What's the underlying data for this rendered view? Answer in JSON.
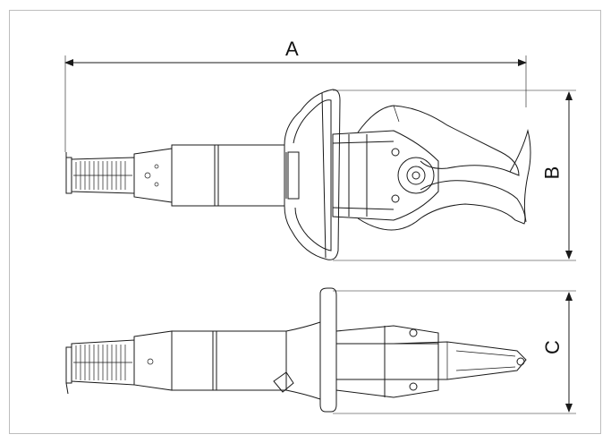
{
  "dimensions": {
    "a_label": "A",
    "b_label": "B",
    "c_label": "C"
  },
  "colors": {
    "line": "#1a1a1a",
    "frame": "#bdbdbd",
    "background": "#ffffff"
  },
  "icons": {
    "tool_top": "rescue-cutter-side-view",
    "tool_bottom": "rescue-cutter-top-view"
  }
}
